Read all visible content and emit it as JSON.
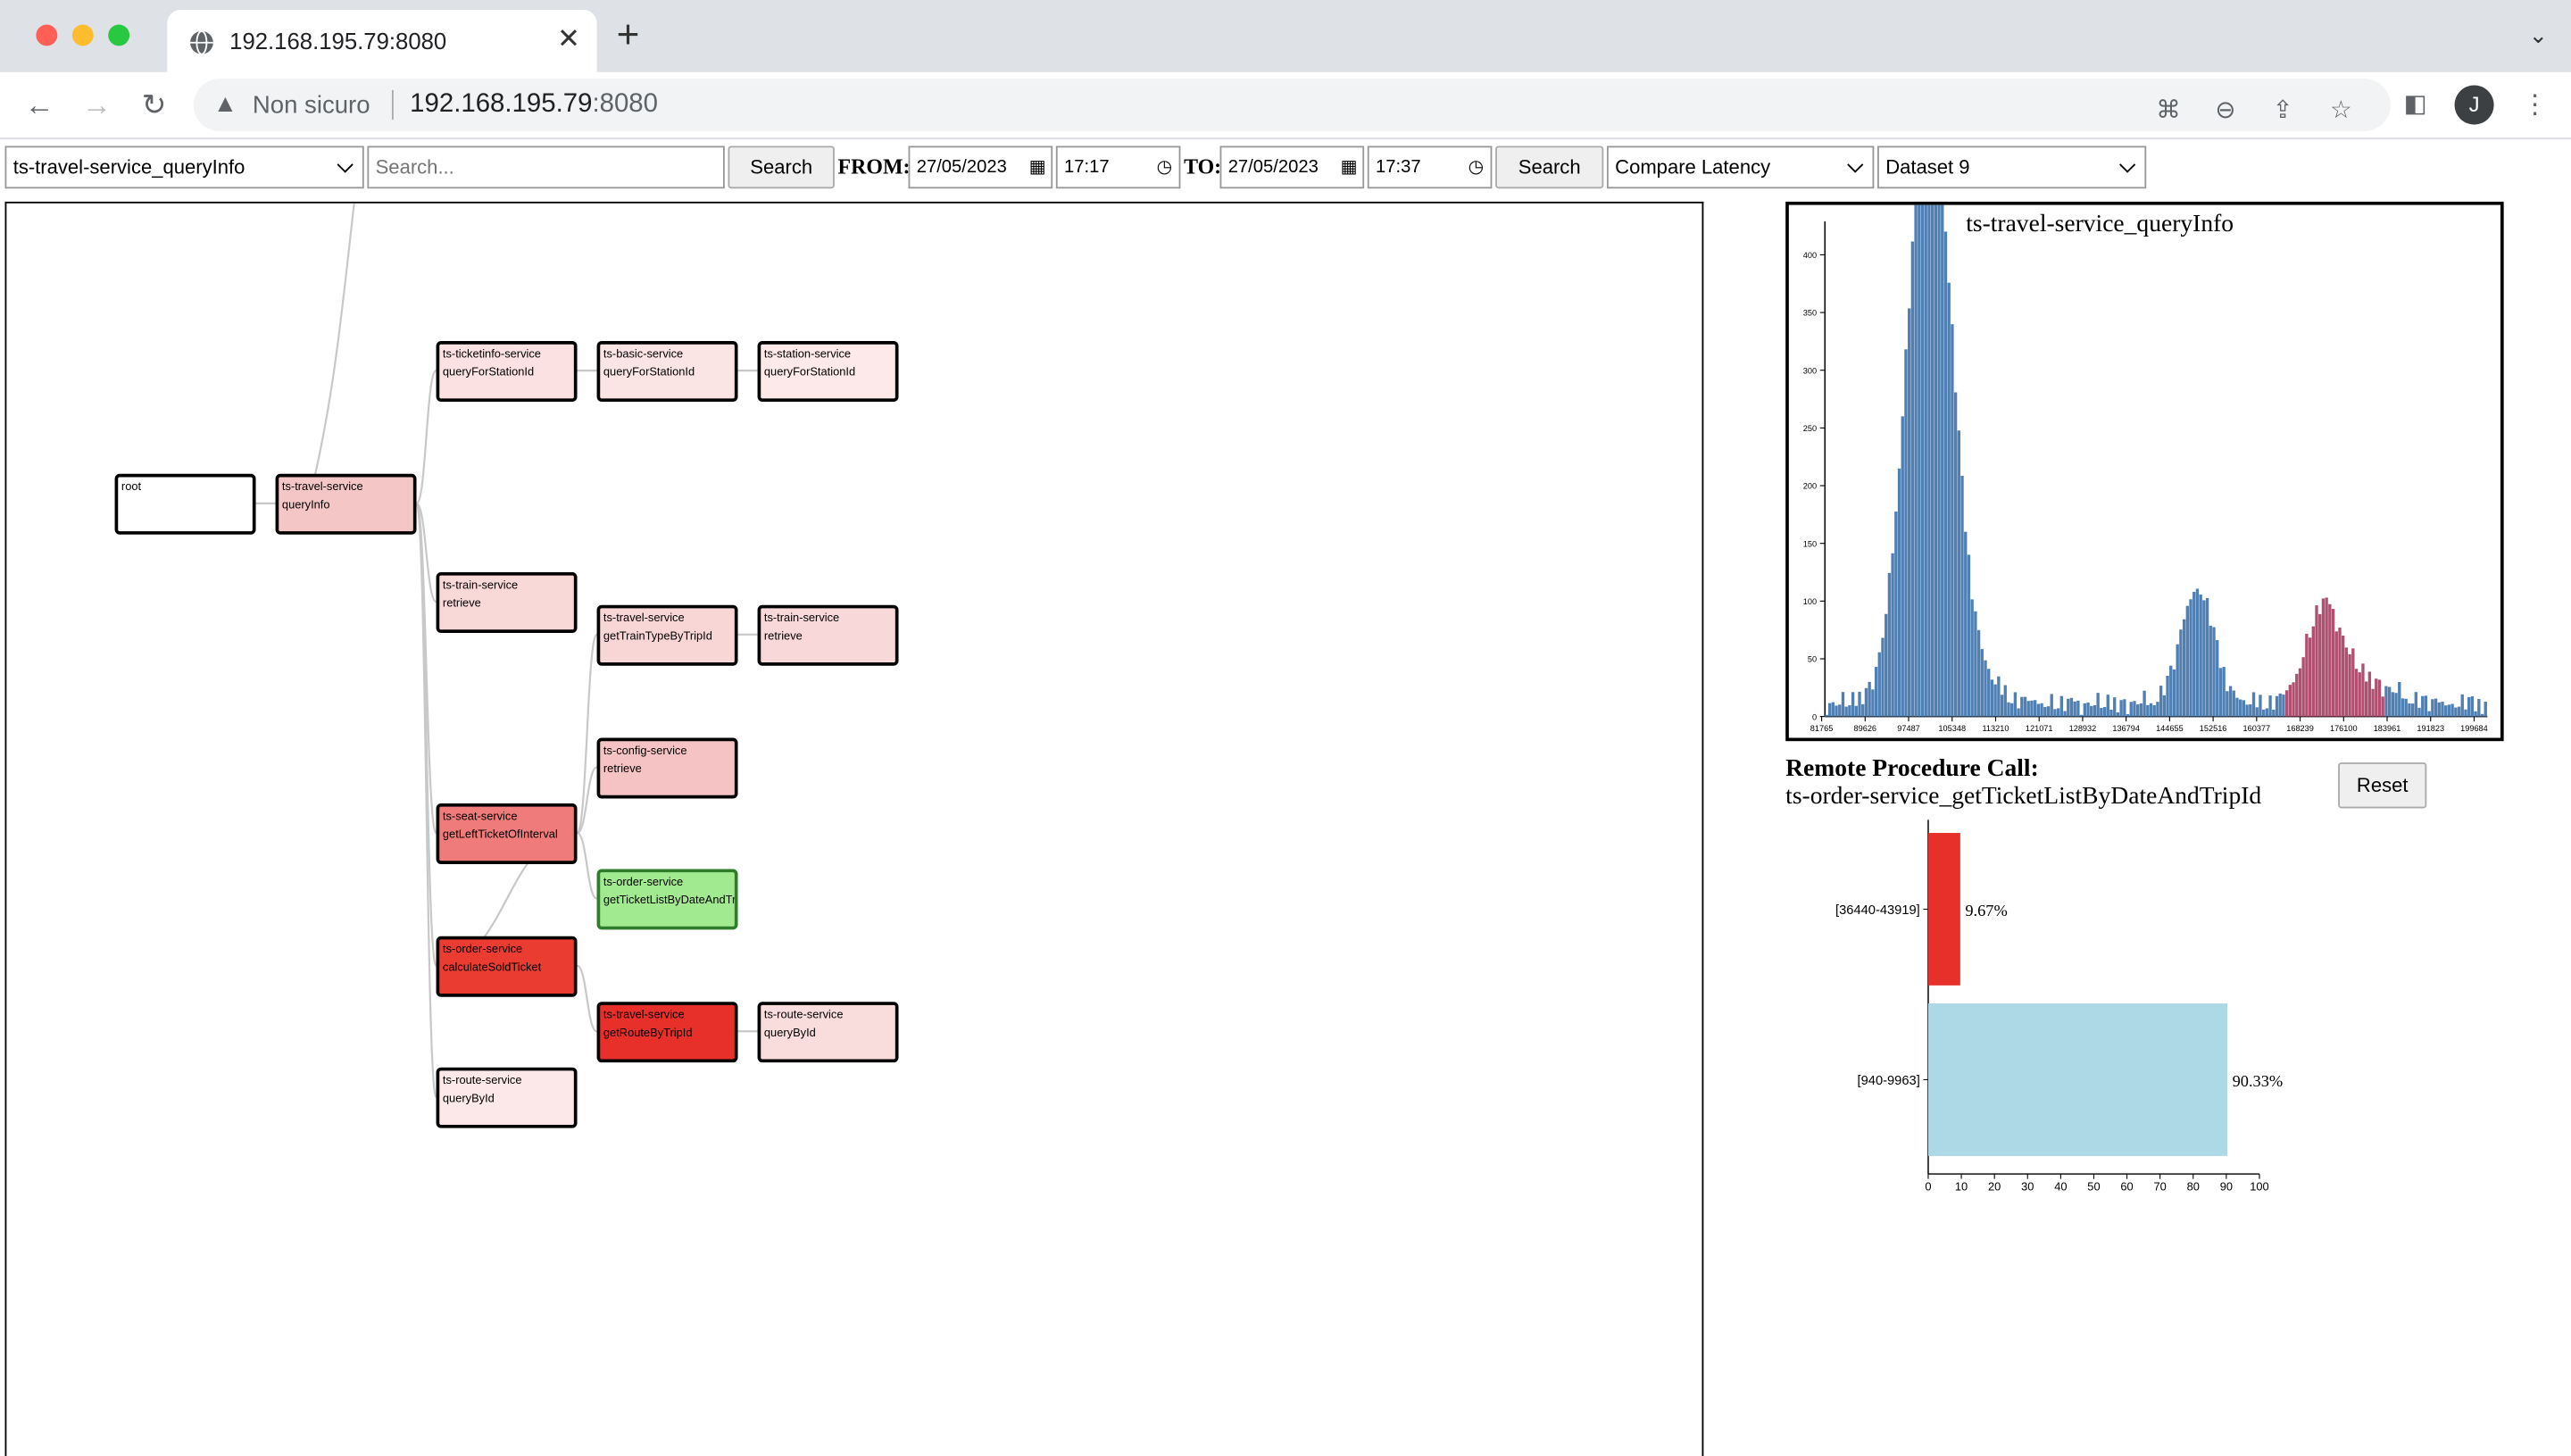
{
  "browser": {
    "tab_title": "192.168.195.79:8080",
    "security_label": "Non sicuro",
    "url_host": "192.168.195.79",
    "url_port": ":8080",
    "avatar_letter": "J",
    "close_glyph": "✕",
    "newtab_glyph": "+"
  },
  "controls": {
    "operation_select": "ts-travel-service_queryInfo",
    "search_placeholder": "Search...",
    "search_label": "Search",
    "from_label": "FROM:",
    "from_date": "27/05/2023",
    "from_time": "17:17",
    "to_label": "TO:",
    "to_date": "27/05/2023",
    "to_time": "17:37",
    "search2_label": "Search",
    "mode_select": "Compare Latency",
    "dataset_select": "Dataset 9"
  },
  "nodes": [
    {
      "id": "root",
      "service": "root",
      "op": "",
      "color": "#ffffff",
      "border": "#000000"
    },
    {
      "id": "travel-query",
      "service": "ts-travel-service",
      "op": "queryInfo",
      "color": "#f5c6c6",
      "border": "#000000"
    },
    {
      "id": "ticketinfo",
      "service": "ts-ticketinfo-service",
      "op": "queryForStationId",
      "color": "#fbe1e1",
      "border": "#000000"
    },
    {
      "id": "basic",
      "service": "ts-basic-service",
      "op": "queryForStationId",
      "color": "#fbe4e4",
      "border": "#000000"
    },
    {
      "id": "station",
      "service": "ts-station-service",
      "op": "queryForStationId",
      "color": "#fde9e9",
      "border": "#000000"
    },
    {
      "id": "train1",
      "service": "ts-train-service",
      "op": "retrieve",
      "color": "#f9d8d8",
      "border": "#000000"
    },
    {
      "id": "travel-traintype",
      "service": "ts-travel-service",
      "op": "getTrainTypeByTripId",
      "color": "#f9d6d6",
      "border": "#000000"
    },
    {
      "id": "train2",
      "service": "ts-train-service",
      "op": "retrieve",
      "color": "#f8d8d8",
      "border": "#000000"
    },
    {
      "id": "config",
      "service": "ts-config-service",
      "op": "retrieve",
      "color": "#f5c3c3",
      "border": "#000000"
    },
    {
      "id": "seat",
      "service": "ts-seat-service",
      "op": "getLeftTicketOfInterval",
      "color": "#ef7b7b",
      "border": "#000000"
    },
    {
      "id": "order-list",
      "service": "ts-order-service",
      "op": "getTicketListByDateAndTripId",
      "color": "#a2ea8f",
      "border": "#2f7d2a"
    },
    {
      "id": "order-calc",
      "service": "ts-order-service",
      "op": "calculateSoldTicket",
      "color": "#ea3c30",
      "border": "#000000"
    },
    {
      "id": "travel-route",
      "service": "ts-travel-service",
      "op": "getRouteByTripId",
      "color": "#e8302a",
      "border": "#000000"
    },
    {
      "id": "route2",
      "service": "ts-route-service",
      "op": "queryById",
      "color": "#f9dddd",
      "border": "#000000"
    },
    {
      "id": "route1",
      "service": "ts-route-service",
      "op": "queryById",
      "color": "#fce8e8",
      "border": "#000000"
    }
  ],
  "histogram": {
    "title": "ts-travel-service_queryInfo",
    "y_ticks": [
      "0",
      "50",
      "100",
      "150",
      "200",
      "250",
      "300",
      "350",
      "400"
    ],
    "x_ticks": [
      "81765",
      "89626",
      "97487",
      "105348",
      "113210",
      "121071",
      "128932",
      "136794",
      "144655",
      "152516",
      "160377",
      "168239",
      "176100",
      "183961",
      "191823",
      "199684"
    ],
    "bar_color": "#4f7fb3",
    "highlight_color": "#b05070"
  },
  "chart_data": {
    "type": "bar",
    "title": "Remote Procedure Call:",
    "subtitle": "ts-order-service_getTicketListByDateAndTripId",
    "categories": [
      "[36440-43919]",
      "[940-9963]"
    ],
    "values": [
      9.67,
      90.33
    ],
    "value_labels": [
      "9.67%",
      "90.33%"
    ],
    "colors": [
      "#e8302a",
      "#add8e6"
    ],
    "x_ticks": [
      "0",
      "10",
      "20",
      "30",
      "40",
      "50",
      "60",
      "70",
      "80",
      "90",
      "100"
    ],
    "xlim": [
      0,
      100
    ],
    "orientation": "horizontal"
  },
  "rpc": {
    "heading": "Remote Procedure Call:",
    "name": "ts-order-service_getTicketListByDateAndTripId",
    "reset_label": "Reset"
  }
}
